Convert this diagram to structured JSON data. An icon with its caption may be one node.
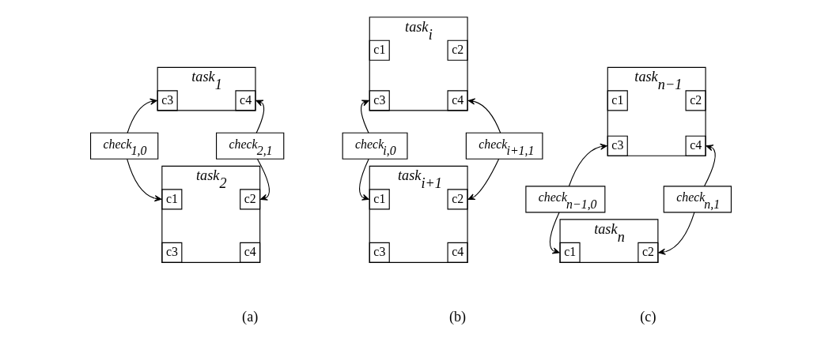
{
  "diagram": {
    "nodes": [
      {
        "text": [
          "task$_{1}$"
        ]
      },
      {
        "text": [
          "c3"
        ],
        "in": 0
      },
      {
        "text": [
          "c4"
        ],
        "in": 0
      },
      {
        "text": [
          "check$_{1,0}$"
        ]
      },
      {
        "text": [
          "check$_{2,1}$"
        ]
      },
      {
        "text": [
          "task$_{2}$"
        ]
      },
      {
        "text": [
          "c1"
        ],
        "in": 5
      },
      {
        "text": [
          "c2"
        ],
        "in": 5
      },
      {
        "text": [
          "c3"
        ],
        "in": 5
      },
      {
        "text": [
          "c4"
        ],
        "in": 5
      },
      {
        "text": [
          "task$_{i}$"
        ]
      },
      {
        "text": [
          "c1"
        ],
        "in": 10
      },
      {
        "text": [
          "c2"
        ],
        "in": 10
      },
      {
        "text": [
          "c3"
        ],
        "in": 10
      },
      {
        "text": [
          "c4"
        ],
        "in": 10
      },
      {
        "text": [
          "check$_{i,0}$"
        ]
      },
      {
        "text": [
          "check$_{i+1,1}$"
        ]
      },
      {
        "text": [
          "task$_{i+1}$"
        ]
      },
      {
        "text": [
          "c1"
        ],
        "in": 17
      },
      {
        "text": [
          "c2"
        ],
        "in": 17
      },
      {
        "text": [
          "c3"
        ],
        "in": 17
      },
      {
        "text": [
          "c4"
        ],
        "in": 17
      },
      {
        "text": [
          "task$_{n−1}$"
        ]
      },
      {
        "text": [
          "c1"
        ],
        "in": 22
      },
      {
        "text": [
          "c2"
        ],
        "in": 22
      },
      {
        "text": [
          "c3"
        ],
        "in": 22
      },
      {
        "text": [
          "c4"
        ],
        "in": 22
      },
      {
        "text": [
          "check$_{n−1,0}$"
        ]
      },
      {
        "text": [
          "check$_{n,1}$"
        ]
      },
      {
        "text": [
          "task$_{n}$"
        ]
      },
      {
        "text": [
          "c1"
        ],
        "in": 29
      },
      {
        "text": [
          "c2"
        ],
        "in": 29
      }
    ],
    "edges": [
      {
        "from": 3,
        "to": 1,
        "arrow": "to"
      },
      {
        "from": 3,
        "to": 6,
        "arrow": "to"
      },
      {
        "from": 4,
        "to": 2,
        "arrow": "to"
      },
      {
        "from": 4,
        "to": 7,
        "arrow": "to"
      },
      {
        "from": 15,
        "to": 13,
        "arrow": "to"
      },
      {
        "from": 15,
        "to": 18,
        "arrow": "to"
      },
      {
        "from": 16,
        "to": 14,
        "arrow": "to"
      },
      {
        "from": 16,
        "to": 19,
        "arrow": "to"
      },
      {
        "from": 27,
        "to": 25,
        "arrow": "to"
      },
      {
        "from": 27,
        "to": 30,
        "arrow": "to"
      },
      {
        "from": 28,
        "to": 26,
        "arrow": "to"
      },
      {
        "from": 28,
        "to": 31,
        "arrow": "to"
      }
    ],
    "labels": [
      "(a)",
      "(b)",
      "(c)"
    ]
  }
}
